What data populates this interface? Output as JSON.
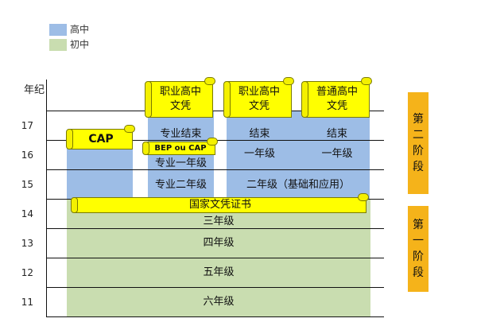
{
  "legend": [
    {
      "label": "高中",
      "color": "#9dbde6"
    },
    {
      "label": "初中",
      "color": "#c9ddb0"
    }
  ],
  "axis": {
    "title": "年纪",
    "ticks": [
      "17",
      "16",
      "15",
      "14",
      "13",
      "12",
      "11"
    ]
  },
  "columns": {
    "cap": {
      "header": "CAP",
      "sub": "BEP ou CAP"
    },
    "pro": {
      "diploma": "职业高中文凭",
      "rows": [
        "专业结束",
        "专业一年级",
        "专业二年级"
      ]
    },
    "tech": {
      "diploma": "职业高中文凭",
      "rows": [
        "结束",
        "一年级"
      ]
    },
    "gen": {
      "diploma": "普通高中文凭",
      "rows": [
        "结束",
        "一年级"
      ]
    },
    "shared_row": "二年级（基础和应用）"
  },
  "national_cert": "国家文凭证书",
  "middle_rows": [
    "三年级",
    "四年级",
    "五年级",
    "六年级"
  ],
  "stages": [
    {
      "label": "第二阶段",
      "color": "#f5b31a"
    },
    {
      "label": "第一阶段",
      "color": "#f5b31a"
    }
  ]
}
